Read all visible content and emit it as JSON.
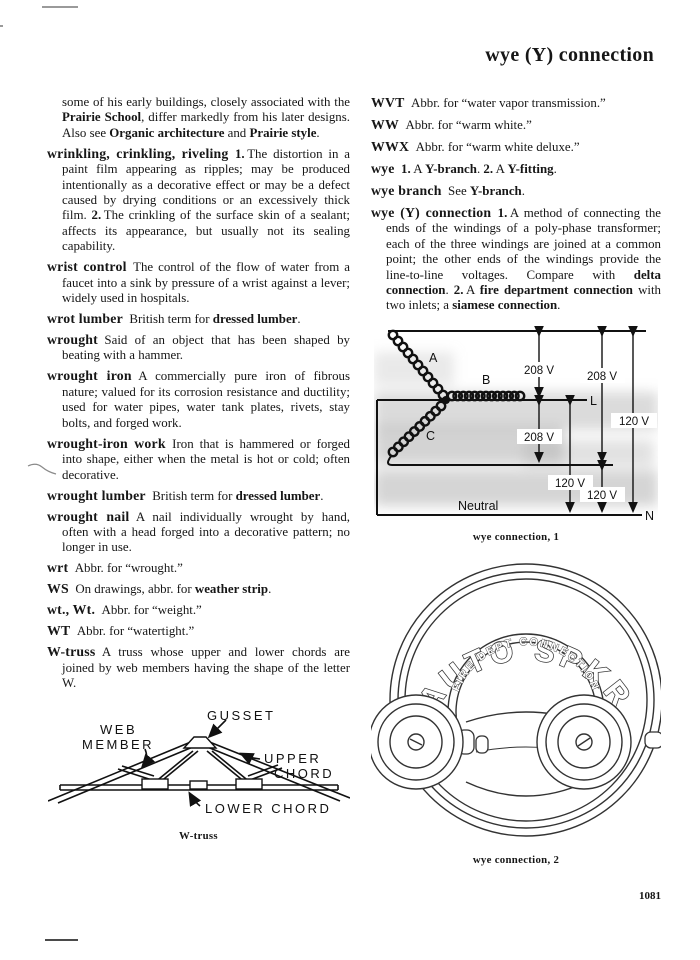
{
  "page": {
    "header": "wye (Y) connection",
    "page_number": "1081"
  },
  "columns": {
    "left": [
      {
        "cont": true,
        "segs": [
          [
            "some of his early buildings, closely associated with the ",
            0
          ],
          [
            "Prairie School",
            1
          ],
          [
            ", differ markedly from his later designs. Also see ",
            0
          ],
          [
            "Organic architecture",
            1
          ],
          [
            " and ",
            0
          ],
          [
            "Prairie style",
            1
          ],
          [
            ".",
            0
          ]
        ]
      },
      {
        "segs": [
          [
            "wrinkling, crinkling, riveling",
            2
          ],
          [
            " ",
            0
          ],
          [
            "1. ",
            1
          ],
          [
            "The distortion in a paint film appearing as ripples; may be produced intentionally as a decorative effect or may be a defect caused by drying conditions or an excessively thick film. ",
            0
          ],
          [
            "2. ",
            1
          ],
          [
            "The crinkling of the surface skin of a sealant; affects its appearance, but usually not its sealing capability.",
            0
          ]
        ]
      },
      {
        "segs": [
          [
            "wrist control",
            2
          ],
          [
            " The control of the flow of water from a faucet into a sink by pressure of a wrist against a lever; widely used in hospitals.",
            0
          ]
        ]
      },
      {
        "segs": [
          [
            "wrot lumber",
            2
          ],
          [
            " British term for ",
            0
          ],
          [
            "dressed lumber",
            1
          ],
          [
            ".",
            0
          ]
        ]
      },
      {
        "segs": [
          [
            "wrought",
            2
          ],
          [
            " Said of an object that has been shaped by beating with a hammer.",
            0
          ]
        ]
      },
      {
        "segs": [
          [
            "wrought iron",
            2
          ],
          [
            " A commercially pure iron of fibrous nature; valued for its corrosion resistance and ductility; used for water pipes, water tank plates, rivets, stay bolts, and forged work.",
            0
          ]
        ]
      },
      {
        "segs": [
          [
            "wrought-iron work",
            2
          ],
          [
            " Iron that is hammered or forged into shape, either when the metal is hot or cold; often decorative.",
            0
          ]
        ]
      },
      {
        "segs": [
          [
            "wrought lumber",
            2
          ],
          [
            " British term for ",
            0
          ],
          [
            "dressed lumber",
            1
          ],
          [
            ".",
            0
          ]
        ]
      },
      {
        "segs": [
          [
            "wrought nail",
            2
          ],
          [
            " A nail individually wrought by hand, often with a head forged into a decorative pattern; no longer in use.",
            0
          ]
        ]
      },
      {
        "segs": [
          [
            "wrt",
            2
          ],
          [
            " Abbr. for “wrought.”",
            0
          ]
        ]
      },
      {
        "segs": [
          [
            "WS",
            2
          ],
          [
            " On drawings, abbr. for ",
            0
          ],
          [
            "weather strip",
            1
          ],
          [
            ".",
            0
          ]
        ]
      },
      {
        "segs": [
          [
            "wt., Wt.",
            2
          ],
          [
            " Abbr. for “weight.”",
            0
          ]
        ]
      },
      {
        "segs": [
          [
            "WT",
            2
          ],
          [
            " Abbr. for “watertight.”",
            0
          ]
        ]
      },
      {
        "segs": [
          [
            "W-truss",
            2
          ],
          [
            " A truss whose upper and lower chords are joined by web members having the shape of the letter W.",
            0
          ]
        ]
      }
    ],
    "right": [
      {
        "segs": [
          [
            "WVT",
            2
          ],
          [
            " Abbr. for “water vapor transmission.”",
            0
          ]
        ]
      },
      {
        "segs": [
          [
            "WW",
            2
          ],
          [
            " Abbr. for “warm white.”",
            0
          ]
        ]
      },
      {
        "segs": [
          [
            "WWX",
            2
          ],
          [
            " Abbr. for “warm white deluxe.”",
            0
          ]
        ]
      },
      {
        "segs": [
          [
            "wye",
            2
          ],
          [
            " ",
            0
          ],
          [
            "1. ",
            1
          ],
          [
            "A ",
            0
          ],
          [
            "Y-branch",
            1
          ],
          [
            ". ",
            0
          ],
          [
            "2. ",
            1
          ],
          [
            "A ",
            0
          ],
          [
            "Y-fitting",
            1
          ],
          [
            ".",
            0
          ]
        ]
      },
      {
        "segs": [
          [
            "wye branch",
            2
          ],
          [
            " See ",
            0
          ],
          [
            "Y-branch",
            1
          ],
          [
            ".",
            0
          ]
        ]
      },
      {
        "segs": [
          [
            "wye (Y) connection",
            2
          ],
          [
            " ",
            0
          ],
          [
            "1. ",
            1
          ],
          [
            "A method of connecting the ends of the windings of a poly-phase transformer; each of the three windings are joined at a common point; the other ends of the windings provide the line-to-line voltages. Compare with ",
            0
          ],
          [
            "delta connection",
            1
          ],
          [
            ". ",
            0
          ],
          [
            "2. ",
            1
          ],
          [
            "A ",
            0
          ],
          [
            "fire department connection",
            1
          ],
          [
            " with two inlets; a ",
            0
          ],
          [
            "siamese connec­tion",
            1
          ],
          [
            ".",
            0
          ]
        ]
      }
    ]
  },
  "figures": {
    "wye1": {
      "caption": "wye connection, 1",
      "coil_labels": {
        "a": "A",
        "b": "B",
        "c": "C"
      },
      "node_labels": {
        "line": "L",
        "neutral_node": "N",
        "neutral": "Neutral"
      },
      "voltages": {
        "top_to_l": "208 V",
        "top_to_c": "208 V",
        "top_to_n": "120 V",
        "l_to_c": "208 V",
        "l_to_n": "120 V",
        "c_to_n": "120 V"
      }
    },
    "wye2": {
      "caption": "wye connection, 2",
      "plate_text_outer": "AUTO   SPKR",
      "plate_text_inner": "FIRE  DEPT  CONNECTION"
    },
    "wtruss": {
      "caption": "W-truss",
      "labels": {
        "gusset": "GUSSET",
        "web_line1": "WEB",
        "web_line2": "MEMBER",
        "upper_line1": "UPPER",
        "upper_line2": "CHORD",
        "lower": "LOWER CHORD"
      }
    }
  }
}
